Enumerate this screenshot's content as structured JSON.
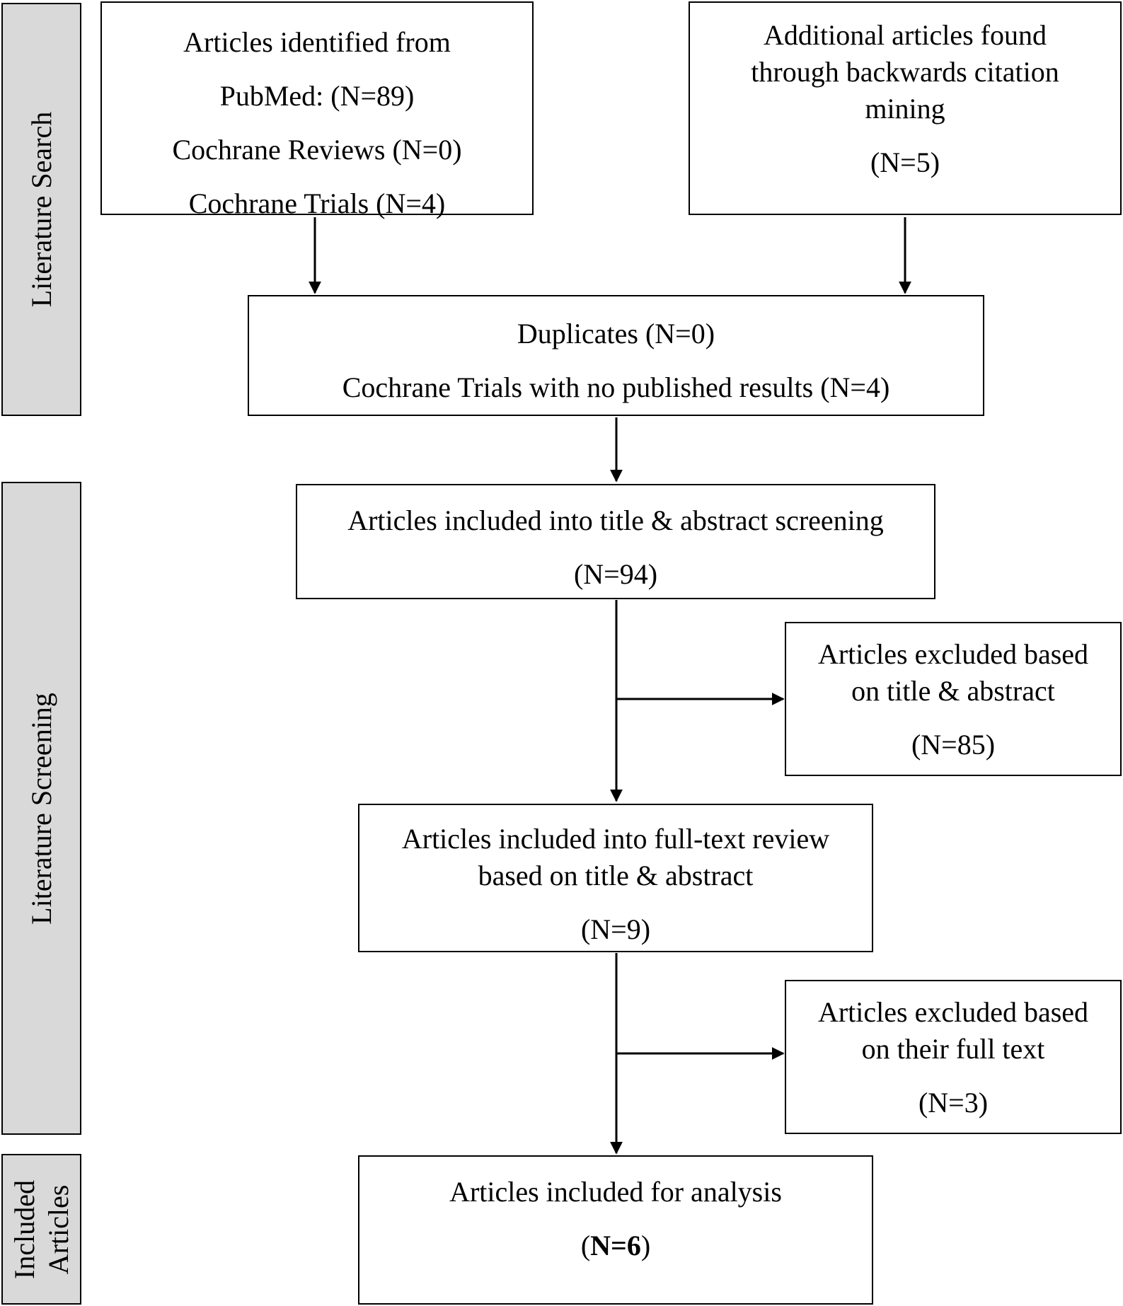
{
  "sections": {
    "literature_search": "Literature Search",
    "literature_screening": "Literature Screening",
    "included_articles_line1": "Included",
    "included_articles_line2": "Articles"
  },
  "boxes": {
    "identified": {
      "line1": "Articles identified from",
      "line2": "PubMed: (N=89)",
      "line3": "Cochrane Reviews (N=0)",
      "line4": "Cochrane Trials (N=4)"
    },
    "additional": {
      "line1": "Additional articles found",
      "line2": "through backwards citation",
      "line3": "mining",
      "count": "(N=5)"
    },
    "duplicates": {
      "line1": "Duplicates (N=0)",
      "line2": "Cochrane Trials with no published results (N=4)"
    },
    "title_abstract": {
      "line1": "Articles included into title & abstract screening",
      "count": "(N=94)"
    },
    "excluded_title": {
      "line1": "Articles excluded based",
      "line2": "on title & abstract",
      "count": "(N=85)"
    },
    "full_text": {
      "line1": "Articles included into full-text review",
      "line2": "based on title & abstract",
      "count": "(N=9)"
    },
    "excluded_full": {
      "line1": "Articles excluded based",
      "line2": "on their full text",
      "count": "(N=3)"
    },
    "analysis": {
      "line1": "Articles included for analysis",
      "count_open": "(",
      "count_bold": "N=6",
      "count_close": ")"
    }
  }
}
